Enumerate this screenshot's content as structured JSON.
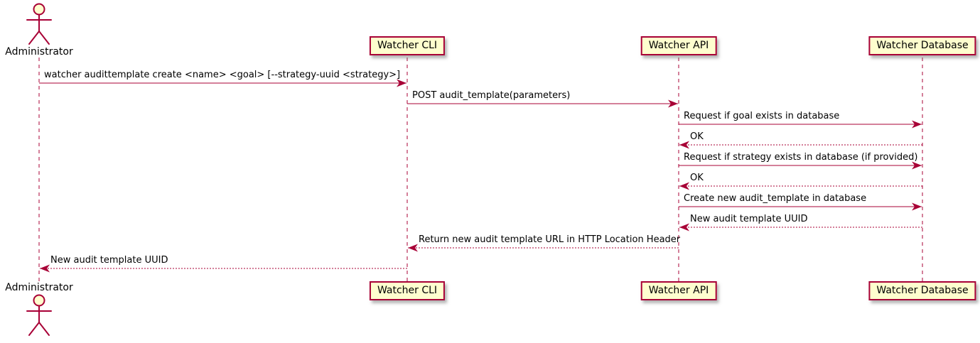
{
  "colors": {
    "accent": "#A80036",
    "participant_fill": "#FEFECE",
    "background": "#FFFFFF"
  },
  "actor": {
    "label": "Administrator"
  },
  "participants": [
    {
      "label": "Watcher CLI"
    },
    {
      "label": "Watcher API"
    },
    {
      "label": "Watcher Database"
    }
  ],
  "messages": [
    {
      "from": "Administrator",
      "to": "Watcher CLI",
      "style": "solid",
      "text": "watcher audittemplate create <name> <goal> [--strategy-uuid <strategy>]"
    },
    {
      "from": "Watcher CLI",
      "to": "Watcher API",
      "style": "solid",
      "text": "POST audit_template(parameters)"
    },
    {
      "from": "Watcher API",
      "to": "Watcher Database",
      "style": "solid",
      "text": "Request if goal exists in database"
    },
    {
      "from": "Watcher Database",
      "to": "Watcher API",
      "style": "dotted",
      "text": "OK"
    },
    {
      "from": "Watcher API",
      "to": "Watcher Database",
      "style": "solid",
      "text": "Request if strategy exists in database (if provided)"
    },
    {
      "from": "Watcher Database",
      "to": "Watcher API",
      "style": "dotted",
      "text": "OK"
    },
    {
      "from": "Watcher API",
      "to": "Watcher Database",
      "style": "solid",
      "text": "Create new audit_template in database"
    },
    {
      "from": "Watcher Database",
      "to": "Watcher API",
      "style": "dotted",
      "text": "New audit template UUID"
    },
    {
      "from": "Watcher API",
      "to": "Watcher CLI",
      "style": "dotted",
      "text": "Return new audit template URL in HTTP Location Header"
    },
    {
      "from": "Watcher CLI",
      "to": "Administrator",
      "style": "dotted",
      "text": "New audit template UUID"
    }
  ]
}
